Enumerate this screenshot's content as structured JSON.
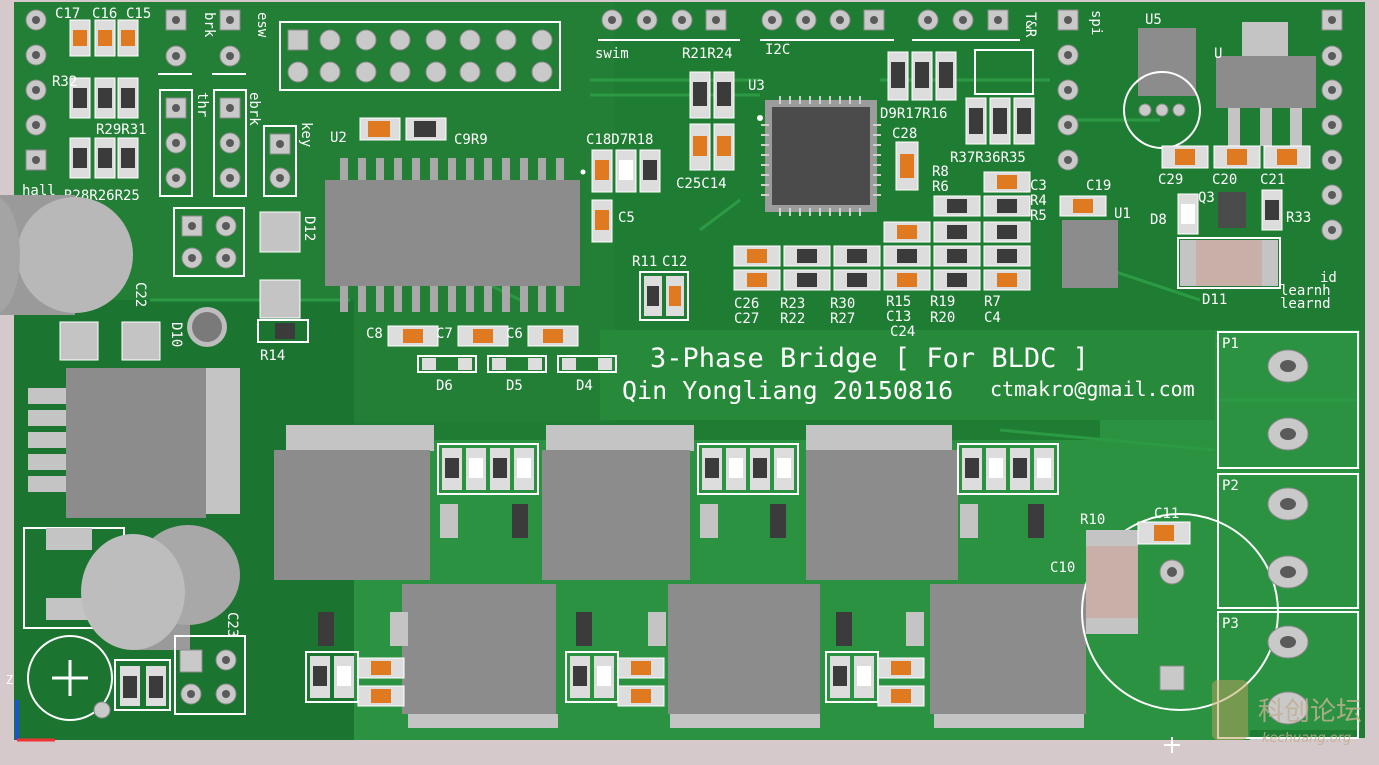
{
  "board": {
    "title_line1": "3-Phase Bridge [ For BLDC ]",
    "title_line2": "Qin Yongliang 20150816",
    "email": "ctmakro@gmail.com",
    "colors": {
      "pcb": "#1f7d33",
      "pcb_light": "#2d9a42",
      "silk": "#ffffff",
      "pad": "#c9c9c9",
      "component": "#8c8c8c",
      "background": "#d6c9cc"
    }
  },
  "labels": {
    "c17": "C17",
    "c16": "C16",
    "c15": "C15",
    "brk": "brk",
    "esw": "esw",
    "r32": "R32",
    "r29r31": "R29R31",
    "r28r26r25": "R28R26R25",
    "hall": "hall",
    "thr": "thr",
    "ebrk": "ebrk",
    "key": "key",
    "u2": "U2",
    "c9r9": "C9R9",
    "d12": "D12",
    "c22": "C22",
    "d10": "D10",
    "r14": "R14",
    "swim": "swim",
    "r21r24": "R21R24",
    "i2c": "I2C",
    "u3": "U3",
    "t_r": "T&R",
    "spi": "spi",
    "u5": "U5",
    "u": "U",
    "d9r17r16": "D9R17R16",
    "c28": "C28",
    "r37r36r35": "R37R36R35",
    "c29": "C29",
    "c20": "C20",
    "c21": "C21",
    "c18d7r18": "C18D7R18",
    "c25c14": "C25C14",
    "c5": "C5",
    "r8": "R8",
    "r6": "R6",
    "c3": "C3",
    "r4": "R4",
    "r5": "R5",
    "c19": "C19",
    "u1": "U1",
    "d8": "D8",
    "q3": "Q3",
    "r33": "R33",
    "r11": "R11",
    "c12": "C12",
    "c26": "C26",
    "c27": "C27",
    "r23": "R23",
    "r22": "R22",
    "r30": "R30",
    "r27": "R27",
    "r15": "R15",
    "c13": "C13",
    "c24": "C24",
    "r19": "R19",
    "r20": "R20",
    "r7": "R7",
    "c4": "C4",
    "d11": "D11",
    "id": "id",
    "learnh": "learnh",
    "learnd": "learnd",
    "c8": "C8",
    "c7": "C7",
    "c6": "C6",
    "d6": "D6",
    "d5": "D5",
    "d4": "D4",
    "p1": "P1",
    "p2": "P2",
    "p3": "P3",
    "r10": "R10",
    "c11": "C11",
    "c10": "C10",
    "c23": "C23"
  },
  "watermark": {
    "brand": "科创论坛",
    "url": "kechuang.org"
  }
}
